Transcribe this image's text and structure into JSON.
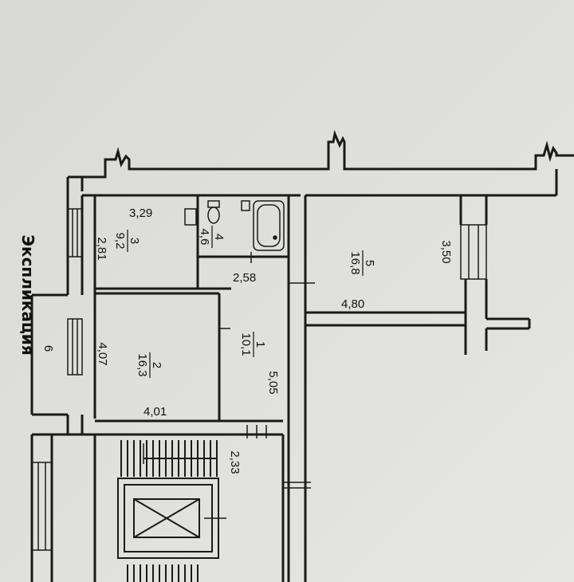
{
  "side_label": "Экспликация",
  "rooms": [
    {
      "number": "1",
      "area": "10,1"
    },
    {
      "number": "2",
      "area": "16,3"
    },
    {
      "number": "3",
      "area": "9,2"
    },
    {
      "number": "4",
      "area": "4,6"
    },
    {
      "number": "5",
      "area": "16,8"
    }
  ],
  "dimensions": {
    "d329": "3,29",
    "d281": "2,81",
    "d258": "2,58",
    "d480": "4,80",
    "d350": "3,50",
    "d407": "4,07",
    "d401": "4,01",
    "d505": "5,05",
    "d233": "2,33",
    "d6": "6"
  }
}
